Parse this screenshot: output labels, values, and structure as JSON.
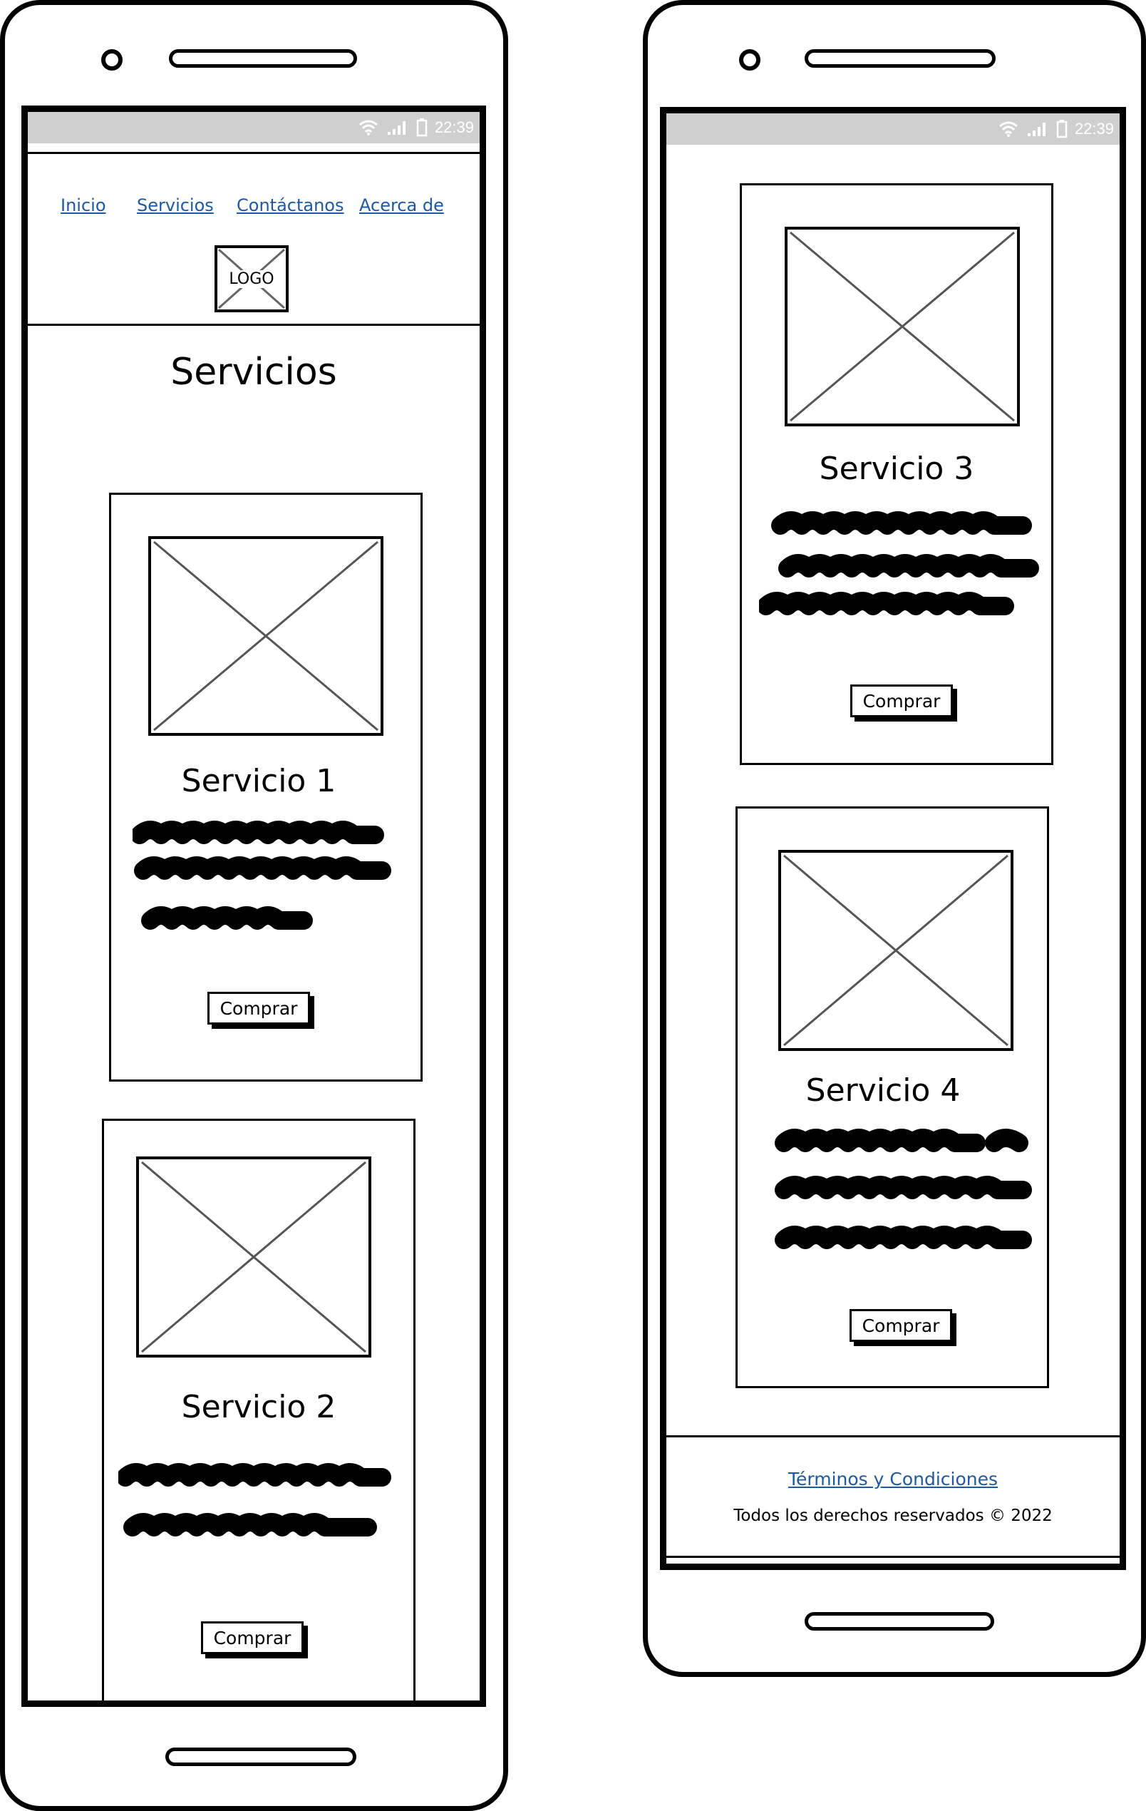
{
  "status_bar": {
    "time": "22:39"
  },
  "nav": {
    "links": [
      "Inicio",
      "Servicios",
      "Contáctanos",
      "Acerca de"
    ],
    "logo_label": "LOGO"
  },
  "page": {
    "title": "Servicios"
  },
  "services": [
    {
      "title": "Servicio 1",
      "button": "Comprar"
    },
    {
      "title": "Servicio 2",
      "button": "Comprar"
    },
    {
      "title": "Servicio 3",
      "button": "Comprar"
    },
    {
      "title": "Servicio 4",
      "button": "Comprar"
    }
  ],
  "footer": {
    "terms": "Términos y Condiciones",
    "rights": "Todos los derechos reservados © 2022"
  }
}
